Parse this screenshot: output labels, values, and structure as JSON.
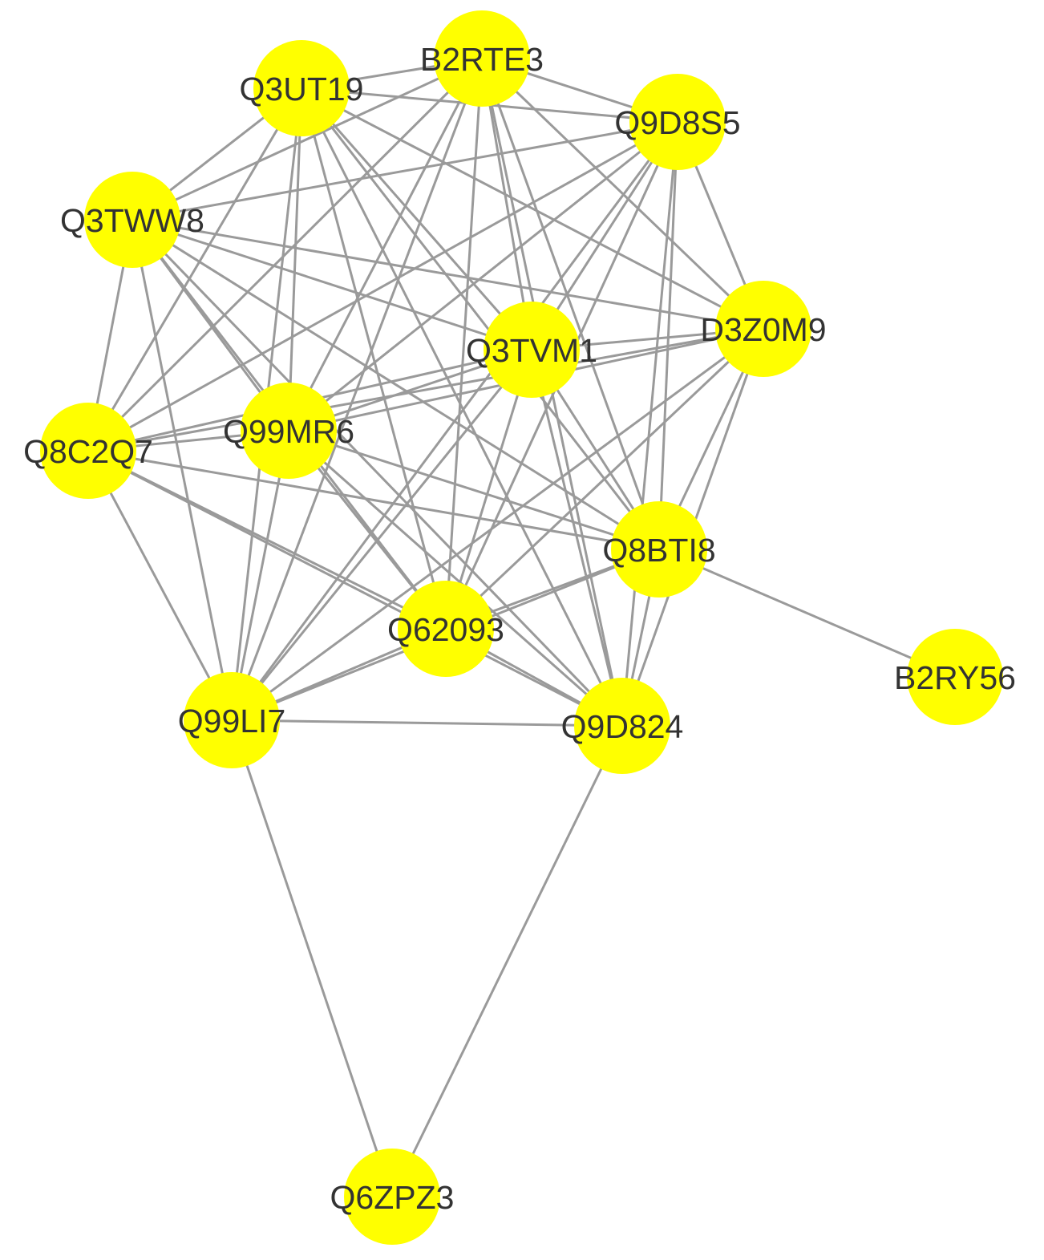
{
  "diagram": {
    "type": "network-graph",
    "colors": {
      "node_fill": "#ffff00",
      "edge": "#9a9a9a",
      "label": "#333333",
      "background": "#ffffff"
    },
    "nodes": [
      {
        "id": "B2RTE3",
        "label": "B2RTE3"
      },
      {
        "id": "Q3UT19",
        "label": "Q3UT19"
      },
      {
        "id": "Q9D8S5",
        "label": "Q9D8S5"
      },
      {
        "id": "Q3TWW8",
        "label": "Q3TWW8"
      },
      {
        "id": "D3Z0M9",
        "label": "D3Z0M9"
      },
      {
        "id": "Q3TVM1",
        "label": "Q3TVM1"
      },
      {
        "id": "Q8C2Q7",
        "label": "Q8C2Q7"
      },
      {
        "id": "Q99MR6",
        "label": "Q99MR6"
      },
      {
        "id": "Q8BTI8",
        "label": "Q8BTI8"
      },
      {
        "id": "Q62093",
        "label": "Q62093"
      },
      {
        "id": "B2RY56",
        "label": "B2RY56"
      },
      {
        "id": "Q99LI7",
        "label": "Q99LI7"
      },
      {
        "id": "Q9D824",
        "label": "Q9D824"
      },
      {
        "id": "Q6ZPZ3",
        "label": "Q6ZPZ3"
      }
    ],
    "edges": [
      [
        "Q3UT19",
        "B2RTE3"
      ],
      [
        "Q3UT19",
        "Q9D8S5"
      ],
      [
        "B2RTE3",
        "Q9D8S5"
      ],
      [
        "Q3UT19",
        "Q3TWW8"
      ],
      [
        "Q3UT19",
        "Q8C2Q7"
      ],
      [
        "Q3UT19",
        "Q99MR6"
      ],
      [
        "Q3UT19",
        "Q3TVM1"
      ],
      [
        "Q3UT19",
        "D3Z0M9"
      ],
      [
        "Q3UT19",
        "Q8BTI8"
      ],
      [
        "Q3UT19",
        "Q62093"
      ],
      [
        "Q3UT19",
        "Q99LI7"
      ],
      [
        "Q3UT19",
        "Q9D824"
      ],
      [
        "B2RTE3",
        "Q3TWW8"
      ],
      [
        "B2RTE3",
        "Q8C2Q7"
      ],
      [
        "B2RTE3",
        "Q99MR6"
      ],
      [
        "B2RTE3",
        "Q3TVM1"
      ],
      [
        "B2RTE3",
        "D3Z0M9"
      ],
      [
        "B2RTE3",
        "Q8BTI8"
      ],
      [
        "B2RTE3",
        "Q62093"
      ],
      [
        "B2RTE3",
        "Q99LI7"
      ],
      [
        "B2RTE3",
        "Q9D824"
      ],
      [
        "Q9D8S5",
        "Q3TWW8"
      ],
      [
        "Q9D8S5",
        "Q8C2Q7"
      ],
      [
        "Q9D8S5",
        "Q99MR6"
      ],
      [
        "Q9D8S5",
        "Q3TVM1"
      ],
      [
        "Q9D8S5",
        "D3Z0M9"
      ],
      [
        "Q9D8S5",
        "Q8BTI8"
      ],
      [
        "Q9D8S5",
        "Q62093"
      ],
      [
        "Q9D8S5",
        "Q99LI7"
      ],
      [
        "Q9D8S5",
        "Q9D824"
      ],
      [
        "Q3TWW8",
        "Q8C2Q7"
      ],
      [
        "Q3TWW8",
        "Q99MR6"
      ],
      [
        "Q3TWW8",
        "Q3TVM1"
      ],
      [
        "Q3TWW8",
        "D3Z0M9"
      ],
      [
        "Q3TWW8",
        "Q8BTI8"
      ],
      [
        "Q3TWW8",
        "Q62093"
      ],
      [
        "Q3TWW8",
        "Q99LI7"
      ],
      [
        "Q3TWW8",
        "Q9D824"
      ],
      [
        "Q8C2Q7",
        "Q99MR6"
      ],
      [
        "Q8C2Q7",
        "Q3TVM1"
      ],
      [
        "Q8C2Q7",
        "D3Z0M9"
      ],
      [
        "Q8C2Q7",
        "Q8BTI8"
      ],
      [
        "Q8C2Q7",
        "Q62093"
      ],
      [
        "Q8C2Q7",
        "Q99LI7"
      ],
      [
        "Q8C2Q7",
        "Q9D824"
      ],
      [
        "Q99MR6",
        "Q3TVM1"
      ],
      [
        "Q99MR6",
        "D3Z0M9"
      ],
      [
        "Q99MR6",
        "Q8BTI8"
      ],
      [
        "Q99MR6",
        "Q62093"
      ],
      [
        "Q99MR6",
        "Q99LI7"
      ],
      [
        "Q99MR6",
        "Q9D824"
      ],
      [
        "Q3TVM1",
        "D3Z0M9"
      ],
      [
        "Q3TVM1",
        "Q8BTI8"
      ],
      [
        "Q3TVM1",
        "Q62093"
      ],
      [
        "Q3TVM1",
        "Q99LI7"
      ],
      [
        "Q3TVM1",
        "Q9D824"
      ],
      [
        "D3Z0M9",
        "Q8BTI8"
      ],
      [
        "D3Z0M9",
        "Q62093"
      ],
      [
        "D3Z0M9",
        "Q99LI7"
      ],
      [
        "D3Z0M9",
        "Q9D824"
      ],
      [
        "Q8BTI8",
        "Q62093"
      ],
      [
        "Q8BTI8",
        "Q99LI7"
      ],
      [
        "Q8BTI8",
        "Q9D824"
      ],
      [
        "Q8BTI8",
        "B2RY56"
      ],
      [
        "Q62093",
        "Q99LI7"
      ],
      [
        "Q62093",
        "Q9D824"
      ],
      [
        "Q99LI7",
        "Q9D824"
      ],
      [
        "Q99LI7",
        "Q6ZPZ3"
      ],
      [
        "Q9D824",
        "Q6ZPZ3"
      ]
    ]
  }
}
